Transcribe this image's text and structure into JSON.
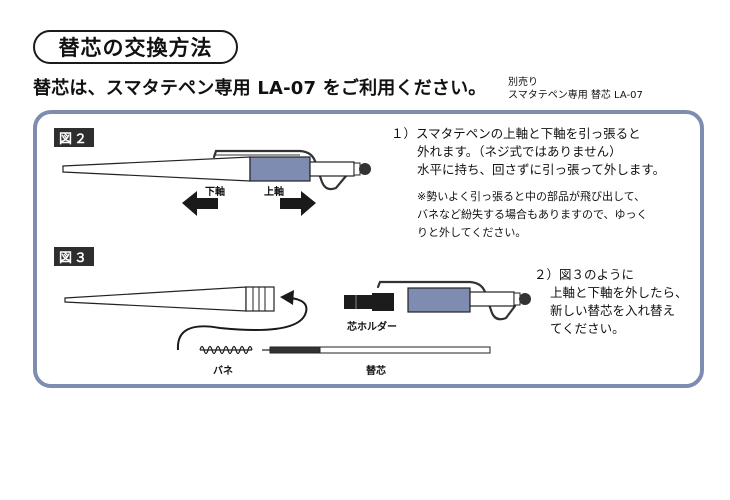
{
  "header": {
    "title": "替芯の交換方法",
    "headline": "替芯は、スマタテペン専用 LA-07 をご利用ください。",
    "side_note_line1": "別売り",
    "side_note_line2": "スマタテペン専用 替芯 LA-07"
  },
  "figure2": {
    "label": "図２",
    "lower_axis_label": "下軸",
    "upper_axis_label": "上軸"
  },
  "figure3": {
    "label": "図３",
    "core_holder_label": "芯ホルダー",
    "spring_label": "バネ",
    "refill_label": "替芯"
  },
  "step1": {
    "line1": "１）スマタテペンの上軸と下軸を引っ張ると",
    "line2": "外れます。（ネジ式ではありません）",
    "line3": "水平に持ち、回さずに引っ張って外します。",
    "note1": "※勢いよく引っ張ると中の部品が飛び出して、",
    "note2": "バネなど紛失する場合もありますので、ゆっく",
    "note3": "りと外してください。"
  },
  "step2": {
    "line1": "２）図３のように",
    "line2": "上軸と下軸を外したら、",
    "line3": "新しい替芯を入れ替え",
    "line4": "てください。"
  },
  "colors": {
    "panel_border": "#7f8cb2",
    "upper_axis_fill": "#7f8cb2",
    "label_bg": "#2e2e2e"
  }
}
